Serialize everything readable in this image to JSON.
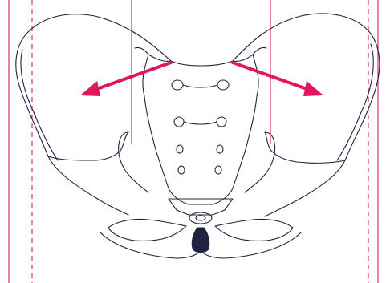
{
  "diagram": {
    "subject": "pelvis",
    "colors": {
      "outline": "#1f2340",
      "reference_lines": "#d81b5e",
      "arrows": "#e0175f",
      "coccyx_fill": "#1f2340",
      "background": "#ffffff"
    },
    "reference_lines": {
      "solid_count": 4,
      "dashed_count": 2
    },
    "arrows": {
      "count": 2,
      "direction": "outward"
    }
  }
}
